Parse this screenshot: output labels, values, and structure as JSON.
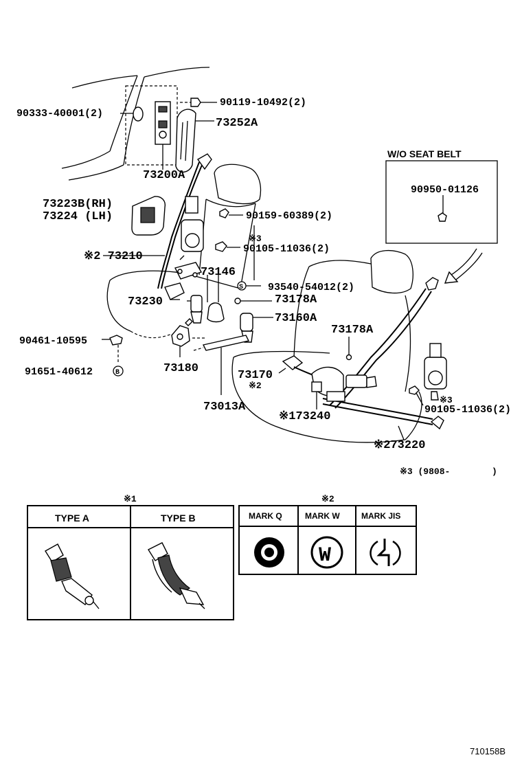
{
  "labels": {
    "p90119": "90119-10492(2)",
    "p90333": "90333-40001(2)",
    "p73252a": "73252A",
    "p73200a": "73200A",
    "p73223b": "73223B(RH)",
    "p73224": "73224  (LH)",
    "p90159": "90159-60389(2)",
    "mark3a": "※3",
    "p90105a": "90105-11036(2)",
    "p73210": "※2 73210",
    "p73146": "73146",
    "p93540": "93540-54012(2)",
    "p73230": "73230",
    "p73178a_1": "73178A",
    "p73160a": "73160A",
    "p90461": "90461-10595",
    "p73178a_2": "73178A",
    "p73180": "73180",
    "p91651": "91651-40612",
    "p73170": "73170",
    "mark2a": "※2",
    "p73013a": "73013A",
    "p73240": "※173240",
    "mark3b": "※3",
    "p90105b": "90105-11036(2)",
    "p73220": "※273220",
    "note3": "※3 (9808-",
    "note3_close": ")",
    "wo_title": "W/O SEAT  BELT",
    "p90950": "90950-01126",
    "circle_s": "S",
    "circle_b": "B"
  },
  "legend1": {
    "mark": "※1",
    "type_a": "TYPE  A",
    "type_b": "TYPE  B"
  },
  "legend2": {
    "mark": "※2",
    "mark_q": "MARK Q",
    "mark_w": "MARK W",
    "mark_jis": "MARK JIS",
    "w_letter": "W"
  },
  "figure_id": "710158B"
}
